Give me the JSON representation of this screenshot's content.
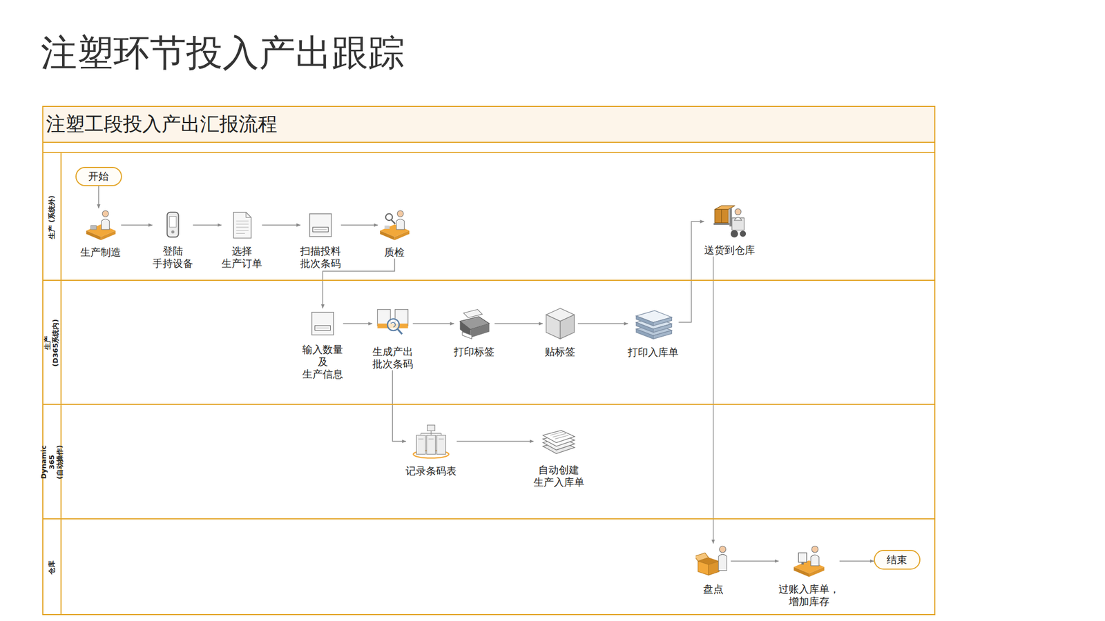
{
  "diagram": {
    "title": "注塑环节投入产出跟踪",
    "nodes": [
      {
        "text": [
          "注塑工段投入产出汇报流程"
        ]
      },
      {
        "text": [
          "生产 (系统外)"
        ],
        "in": 0
      },
      {
        "text": [
          "生产 (D365系统内)"
        ],
        "in": 0
      },
      {
        "text": [
          "Dynamic 365 (自动操作)"
        ],
        "in": 0
      },
      {
        "text": [
          "仓库"
        ],
        "in": 0
      },
      {
        "text": [
          "开始"
        ],
        "in": 1
      },
      {
        "text": [
          "生产制造"
        ],
        "in": 1
      },
      {
        "text": [
          "登陆 手持设备"
        ],
        "in": 1
      },
      {
        "text": [
          "选择 生产订单"
        ],
        "in": 1
      },
      {
        "text": [
          "扫描投料 批次条码"
        ],
        "in": 1
      },
      {
        "text": [
          "质检"
        ],
        "in": 1
      },
      {
        "text": [
          "送货到仓库"
        ],
        "in": 1
      },
      {
        "text": [
          "输入数量 及 生产信息"
        ],
        "in": 2
      },
      {
        "text": [
          "生成产出 批次条码"
        ],
        "in": 2
      },
      {
        "text": [
          "打印标签"
        ],
        "in": 2
      },
      {
        "text": [
          "贴标签"
        ],
        "in": 2
      },
      {
        "text": [
          "打印入库单"
        ],
        "in": 2
      },
      {
        "text": [
          "记录条码表"
        ],
        "in": 3
      },
      {
        "text": [
          "自动创建 生产入库单"
        ],
        "in": 3
      },
      {
        "text": [
          "盘点"
        ],
        "in": 4
      },
      {
        "text": [
          "过账入库单， 增加库存"
        ],
        "in": 4
      },
      {
        "text": [
          "结束"
        ],
        "in": 4
      }
    ],
    "edges": [
      {
        "from": 5,
        "to": 6,
        "arrow": "to"
      },
      {
        "from": 6,
        "to": 7,
        "arrow": "to"
      },
      {
        "from": 7,
        "to": 8,
        "arrow": "to"
      },
      {
        "from": 8,
        "to": 9,
        "arrow": "to"
      },
      {
        "from": 9,
        "to": 10,
        "arrow": "to"
      },
      {
        "from": 10,
        "to": 12,
        "arrow": "to"
      },
      {
        "from": 12,
        "to": 13,
        "arrow": "to"
      },
      {
        "from": 13,
        "to": 14,
        "arrow": "to"
      },
      {
        "from": 14,
        "to": 15,
        "arrow": "to"
      },
      {
        "from": 15,
        "to": 16,
        "arrow": "to"
      },
      {
        "from": 13,
        "to": 17,
        "arrow": "to"
      },
      {
        "from": 17,
        "to": 18,
        "arrow": "to"
      },
      {
        "from": 16,
        "to": 11,
        "arrow": "to"
      },
      {
        "from": 11,
        "to": 19,
        "arrow": "to"
      },
      {
        "from": 19,
        "to": 20,
        "arrow": "to"
      },
      {
        "from": 20,
        "to": 21,
        "arrow": "to"
      }
    ]
  }
}
